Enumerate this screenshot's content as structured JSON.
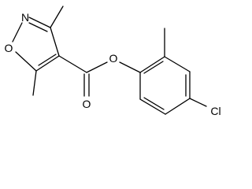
{
  "molecule": {
    "atoms": {
      "n1": "N",
      "o1": "O",
      "o_carbonyl": "O",
      "o_ester": "O",
      "cl": "Cl"
    }
  },
  "colors": {
    "bond": "#000000",
    "label": "#000000",
    "background": "#ffffff"
  }
}
